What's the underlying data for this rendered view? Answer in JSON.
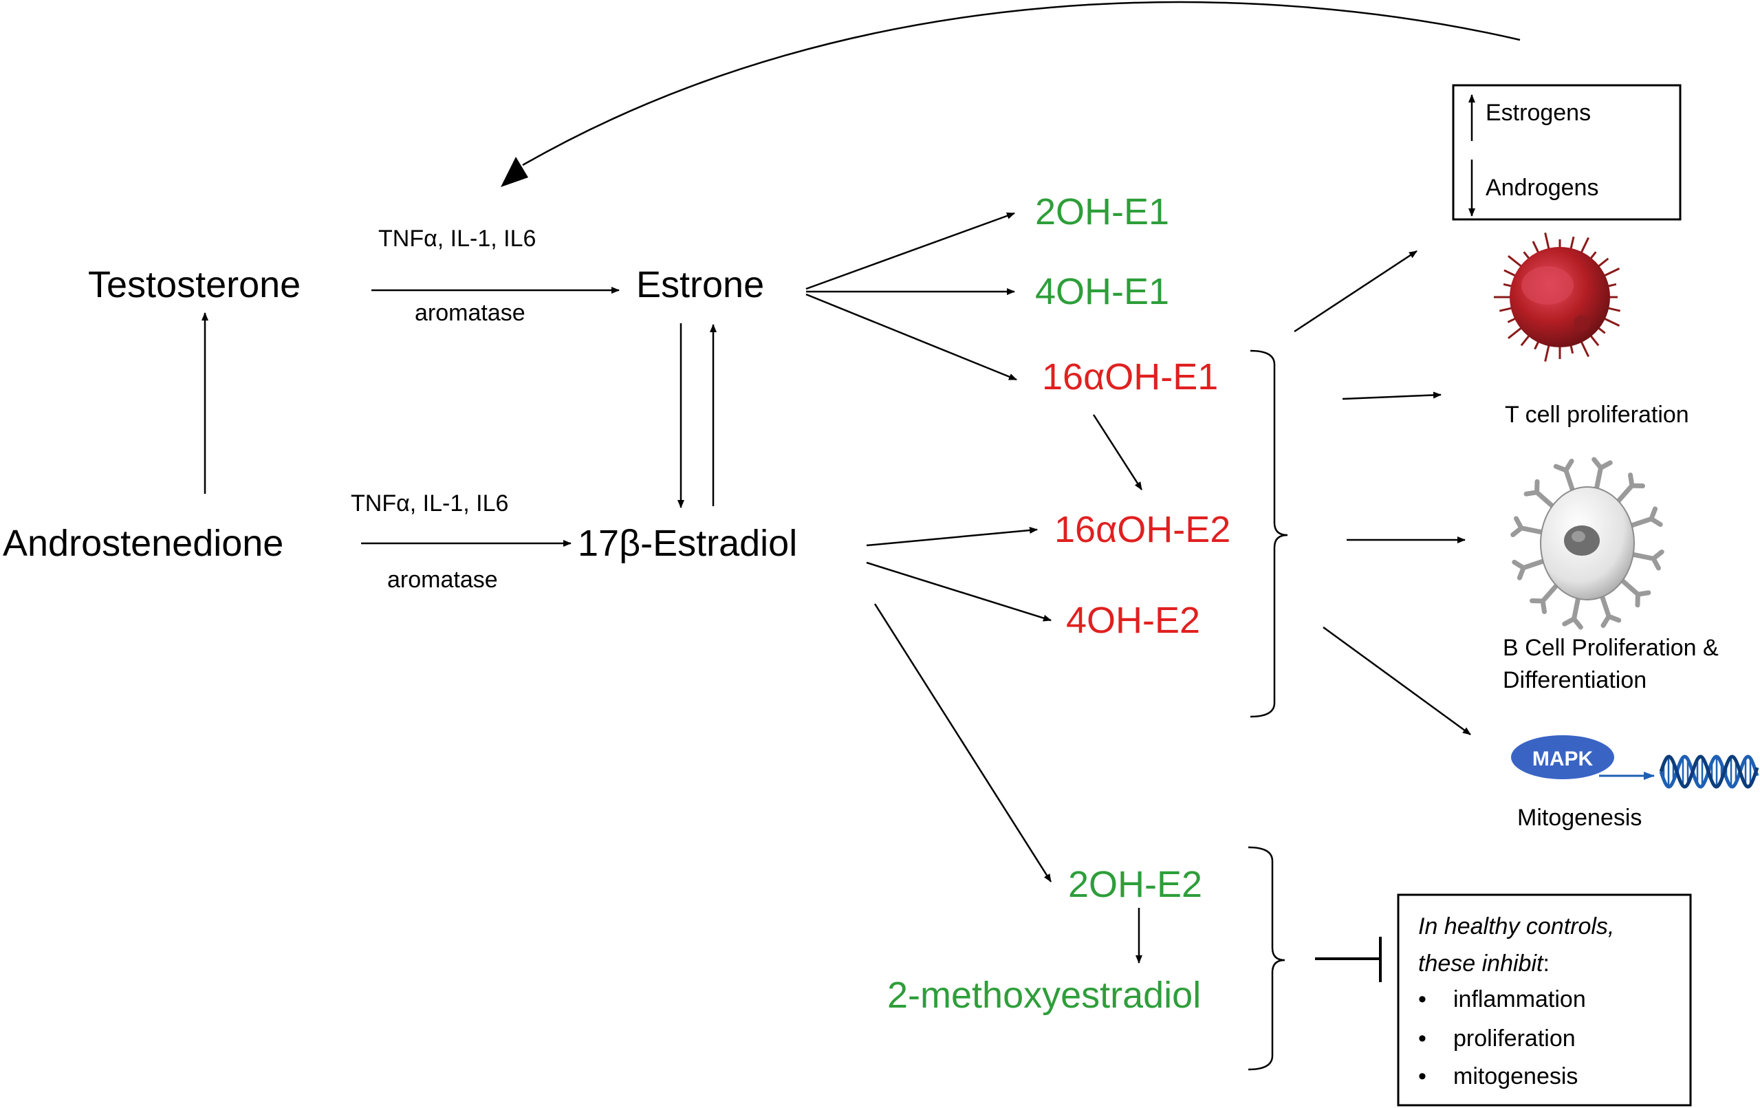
{
  "nodes": {
    "testosterone": "Testosterone",
    "androstenedione": "Androstenedione",
    "estrone": "Estrone",
    "estradiol": "17β-Estradiol",
    "oh2_e1": "2OH-E1",
    "oh4_e1": "4OH-E1",
    "oh16_e1": "16αOH-E1",
    "oh16_e2": "16αOH-E2",
    "oh4_e2": "4OH-E2",
    "oh2_e2": "2OH-E2",
    "methoxyestradiol": "2-methoxyestradiol"
  },
  "edge_labels": {
    "top_cytokines": "TNFα, IL-1, IL6",
    "top_enzyme": "aromatase",
    "bottom_cytokines": "TNFα, IL-1, IL6",
    "bottom_enzyme": "aromatase"
  },
  "hormone_box": {
    "up_label": "Estrogens",
    "down_label": "Androgens"
  },
  "effects": {
    "t_cell": "T cell proliferation",
    "b_cell_line1": "B Cell Proliferation &",
    "b_cell_line2": "Differentiation",
    "mapk": "MAPK",
    "mitogenesis": "Mitogenesis"
  },
  "healthy_box": {
    "title_line1": "In healthy controls,",
    "title_line2_a": "these inhibit",
    "title_line2_b": ":",
    "bullet": "•",
    "items": [
      "inflammation",
      "proliferation",
      "mitogenesis"
    ]
  },
  "colors": {
    "protective": "#2e9e3a",
    "harmful": "#e02020",
    "mapk": "#3a64c4",
    "tcell": "#b41e24",
    "dna": "#1e5fb4"
  }
}
